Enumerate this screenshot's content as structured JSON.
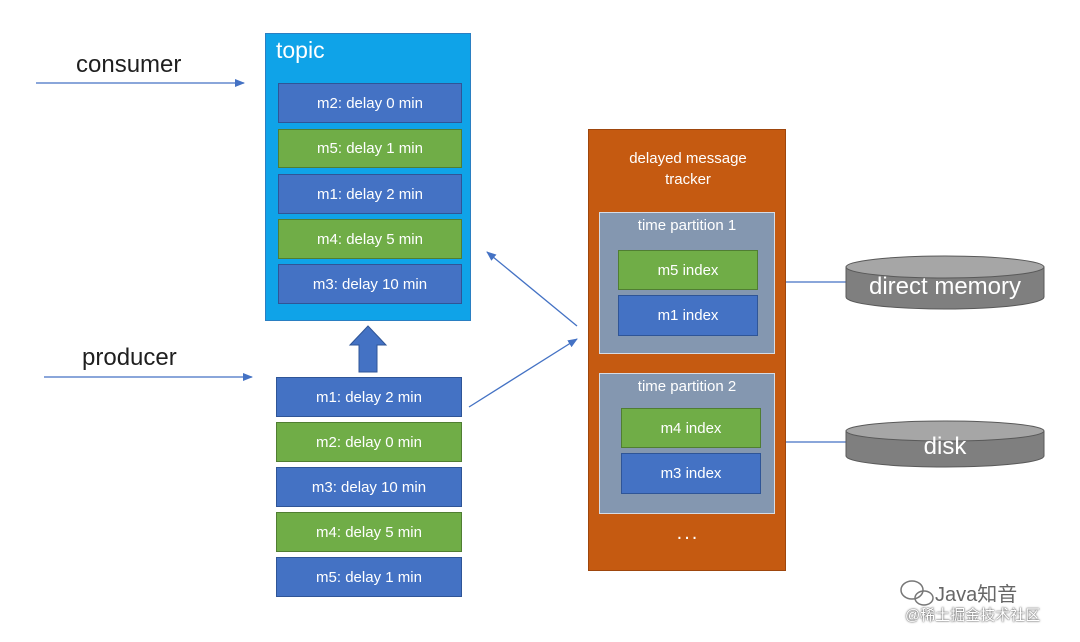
{
  "labels": {
    "consumer": "consumer",
    "producer": "producer"
  },
  "topic": {
    "title": "topic",
    "messages": [
      {
        "text": "m2: delay 0 min",
        "color": "blue"
      },
      {
        "text": "m5: delay 1 min",
        "color": "green"
      },
      {
        "text": "m1: delay 2 min",
        "color": "blue"
      },
      {
        "text": "m4: delay 5 min",
        "color": "green"
      },
      {
        "text": "m3: delay 10 min",
        "color": "blue"
      }
    ]
  },
  "incoming": {
    "messages": [
      {
        "text": "m1: delay 2 min",
        "color": "blue"
      },
      {
        "text": "m2: delay 0 min",
        "color": "green"
      },
      {
        "text": "m3: delay 10 min",
        "color": "blue"
      },
      {
        "text": "m4: delay 5 min",
        "color": "green"
      },
      {
        "text": "m5: delay 1 min",
        "color": "blue"
      }
    ]
  },
  "tracker": {
    "title_line1": "delayed message",
    "title_line2": "tracker",
    "partitions": [
      {
        "title": "time partition 1",
        "indexes": [
          {
            "text": "m5 index",
            "color": "green"
          },
          {
            "text": "m1 index",
            "color": "blue"
          }
        ]
      },
      {
        "title": "time partition 2",
        "indexes": [
          {
            "text": "m4 index",
            "color": "green"
          },
          {
            "text": "m3 index",
            "color": "blue"
          }
        ]
      }
    ],
    "ellipsis": "..."
  },
  "storage": {
    "memory": "direct memory",
    "disk": "disk"
  },
  "watermark": {
    "line1": "Java知音",
    "line2": "@稀土掘金技术社区"
  },
  "colors": {
    "topic_bg": "#0fa3e8",
    "blue_msg": "#4472c4",
    "green_msg": "#70ad47",
    "tracker_bg": "#c55a11",
    "partition_bg": "#8497b0",
    "cylinder": "#7f7f7f"
  }
}
